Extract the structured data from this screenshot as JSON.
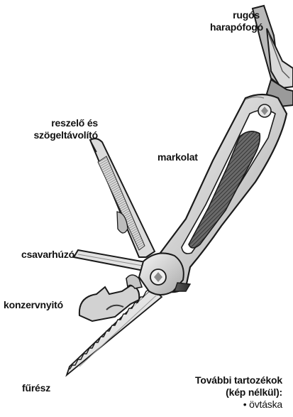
{
  "labels": {
    "rugos_line1": "rugós",
    "rugos_line2": "harapófogó",
    "reszelo_line1": "reszelő és",
    "reszelo_line2": "szögeltávolító",
    "markolat": "markolat",
    "csavarhuzo": "csavarhúzó",
    "konzervnyito": "konzervnyitó",
    "fuesz": "fűrész"
  },
  "accessories": {
    "title_line1": "További tartozékok",
    "title_line2": "(kép nélkül):",
    "items": [
      "• övtáska"
    ]
  }
}
